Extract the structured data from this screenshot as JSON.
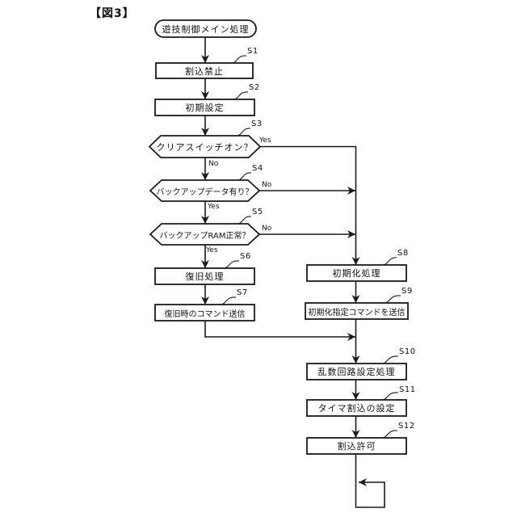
{
  "figure": {
    "title": "【図3】"
  },
  "colors": {
    "background": "#ffffff",
    "line": "#1a1a1a",
    "text": "#111111"
  },
  "nodes": {
    "start": {
      "type": "terminator",
      "label": "遊技制御メイン処理"
    },
    "s1": {
      "step": "S1",
      "type": "process",
      "label": "割込禁止"
    },
    "s2": {
      "step": "S2",
      "type": "process",
      "label": "初期設定"
    },
    "s3": {
      "step": "S3",
      "type": "decision",
      "label": "クリアスイッチオン？",
      "branch_right": "Yes",
      "branch_down": "No"
    },
    "s4": {
      "step": "S4",
      "type": "decision",
      "label": "バックアップデータ有り？",
      "branch_right": "No",
      "branch_down": "Yes"
    },
    "s5": {
      "step": "S5",
      "type": "decision",
      "label": "バックアップRAM正常？",
      "branch_right": "No",
      "branch_down": "Yes"
    },
    "s6": {
      "step": "S6",
      "type": "process",
      "label": "復旧処理"
    },
    "s7": {
      "step": "S7",
      "type": "process",
      "label": "復旧時のコマンド送信"
    },
    "s8": {
      "step": "S8",
      "type": "process",
      "label": "初期化処理"
    },
    "s9": {
      "step": "S9",
      "type": "process",
      "label": "初期化指定コマンドを送信"
    },
    "s10": {
      "step": "S10",
      "type": "process",
      "label": "乱数回路設定処理"
    },
    "s11": {
      "step": "S11",
      "type": "process",
      "label": "タイマ割込の設定"
    },
    "s12": {
      "step": "S12",
      "type": "process",
      "label": "割込許可"
    }
  },
  "edges": [
    {
      "from": "start",
      "to": "s1"
    },
    {
      "from": "s1",
      "to": "s2"
    },
    {
      "from": "s2",
      "to": "s3"
    },
    {
      "from": "s3",
      "to": "s8",
      "label": "Yes"
    },
    {
      "from": "s3",
      "to": "s4",
      "label": "No"
    },
    {
      "from": "s4",
      "to": "s8-line",
      "label": "No"
    },
    {
      "from": "s4",
      "to": "s5",
      "label": "Yes"
    },
    {
      "from": "s5",
      "to": "s8-line",
      "label": "No"
    },
    {
      "from": "s5",
      "to": "s6",
      "label": "Yes"
    },
    {
      "from": "s6",
      "to": "s7"
    },
    {
      "from": "s7",
      "to": "s10-line"
    },
    {
      "from": "s8",
      "to": "s9"
    },
    {
      "from": "s9",
      "to": "s10"
    },
    {
      "from": "s10",
      "to": "s11"
    },
    {
      "from": "s11",
      "to": "s12"
    },
    {
      "from": "s12",
      "to": "loop-back"
    }
  ]
}
